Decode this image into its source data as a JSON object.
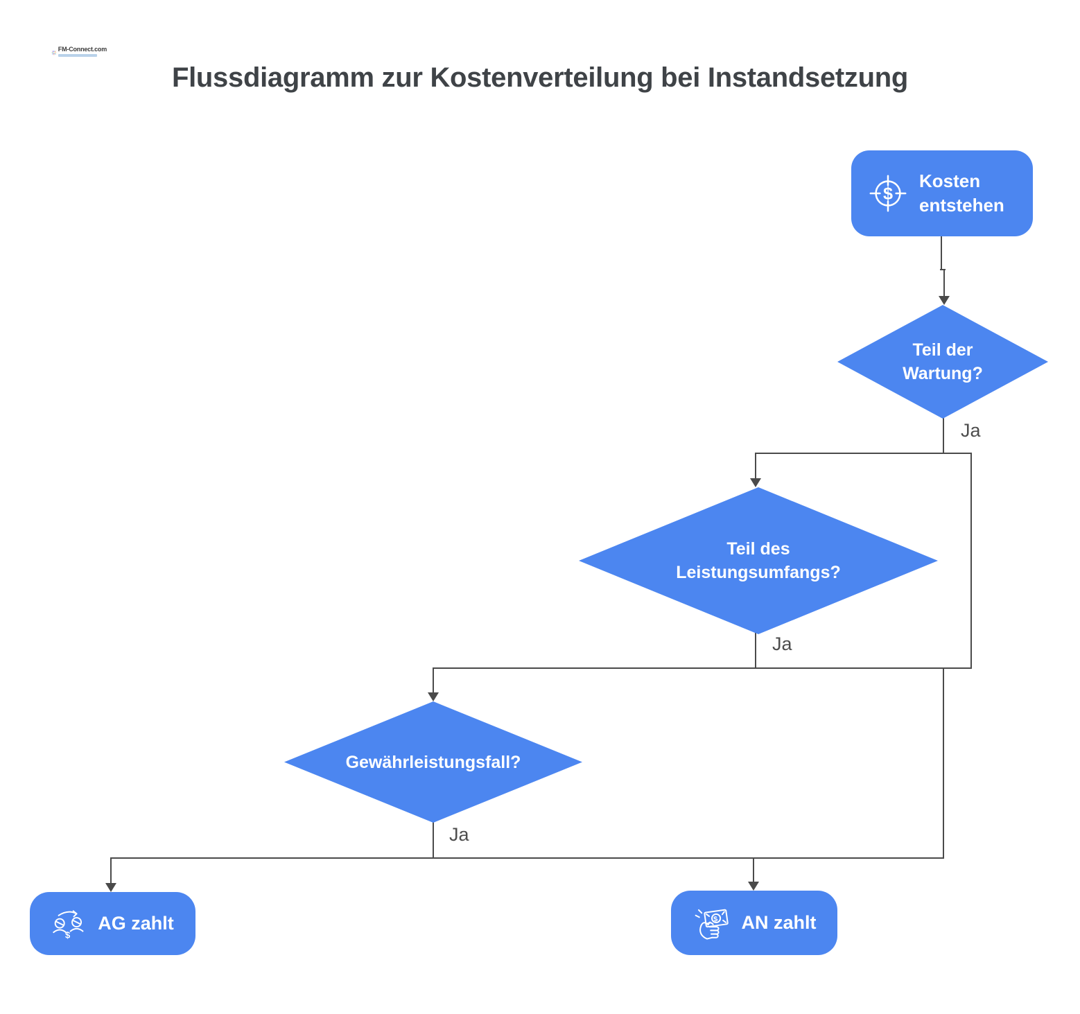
{
  "header": {
    "logo_brand": "FM-Connect.com",
    "title": "Flussdiagramm zur Kostenverteilung bei Instandsetzung"
  },
  "colors": {
    "node_blue": "#4c86f0",
    "node_text": "#ffffff",
    "line": "#4a4a4a",
    "title_text": "#3f4347",
    "edge_label_text": "#4d4d4d",
    "background": "#ffffff"
  },
  "nodes": {
    "start": {
      "label": "Kosten\nentstehen",
      "icon": "dollar-target-icon"
    },
    "decision1": {
      "label": "Teil der\nWartung?"
    },
    "decision2": {
      "label": "Teil des\nLeistungsumfangs?"
    },
    "decision3": {
      "label": "Gewährleistungsfall?"
    },
    "end_ag": {
      "label": "AG zahlt",
      "icon": "people-exchange-icon"
    },
    "end_an": {
      "label": "AN zahlt",
      "icon": "hand-money-icon"
    }
  },
  "edge_labels": {
    "decision1_yes": "Ja",
    "decision2_yes": "Ja",
    "decision3_yes": "Ja"
  }
}
